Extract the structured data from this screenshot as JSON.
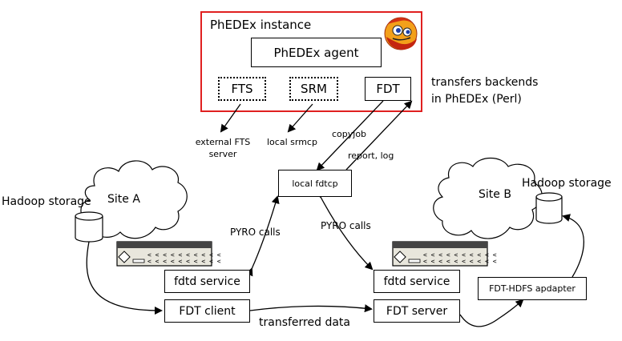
{
  "instance": {
    "title": "PhEDEx instance",
    "border_color": "#e02020"
  },
  "agent": "PhEDEx agent",
  "backends": {
    "fts": "FTS",
    "srm": "SRM",
    "fdt": "FDT"
  },
  "backends_note": [
    "transfers backends",
    "in PhEDEx (Perl)"
  ],
  "external_fts": [
    "external FTS",
    "server"
  ],
  "local_srmcp": "local srmcp",
  "copyjob": "copyjob",
  "report_log": "report, log",
  "local_fdtcp": "local fdtcp",
  "pyro_left": "PYRO calls",
  "pyro_right": "PYRO calls",
  "site_a": {
    "name": "Site A",
    "storage": "Hadoop storage",
    "service": "fdtd service",
    "role": "FDT client"
  },
  "site_b": {
    "name": "Site B",
    "storage": "Hadoop storage",
    "service": "fdtd service",
    "role": "FDT server",
    "adapter": "FDT-HDFS apdapter"
  },
  "transferred": "transferred data",
  "icons": [
    "firefox-logo",
    "server-rack-icon",
    "database-cylinder-icon",
    "cloud-shape"
  ]
}
